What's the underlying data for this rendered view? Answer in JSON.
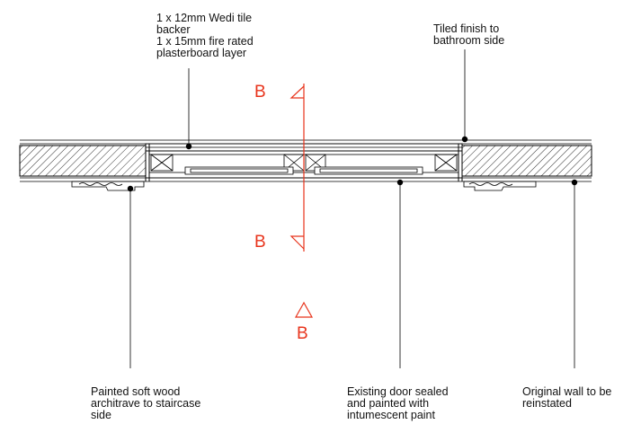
{
  "annotations": {
    "wedi_backer": "1 x 12mm Wedi tile\nbacker\n1 x 15mm fire rated\nplasterboard layer",
    "tiled_finish": "Tiled finish to\nbathroom side",
    "architrave": "Painted soft wood\narchitrave to staircase\nside",
    "existing_door": "Existing door sealed\nand painted with\nintumescent paint",
    "original_wall": "Original wall to be\nreinstated"
  },
  "section_marks": {
    "top": "B",
    "middle": "B",
    "bottom": "B",
    "color": "#e8341c"
  }
}
